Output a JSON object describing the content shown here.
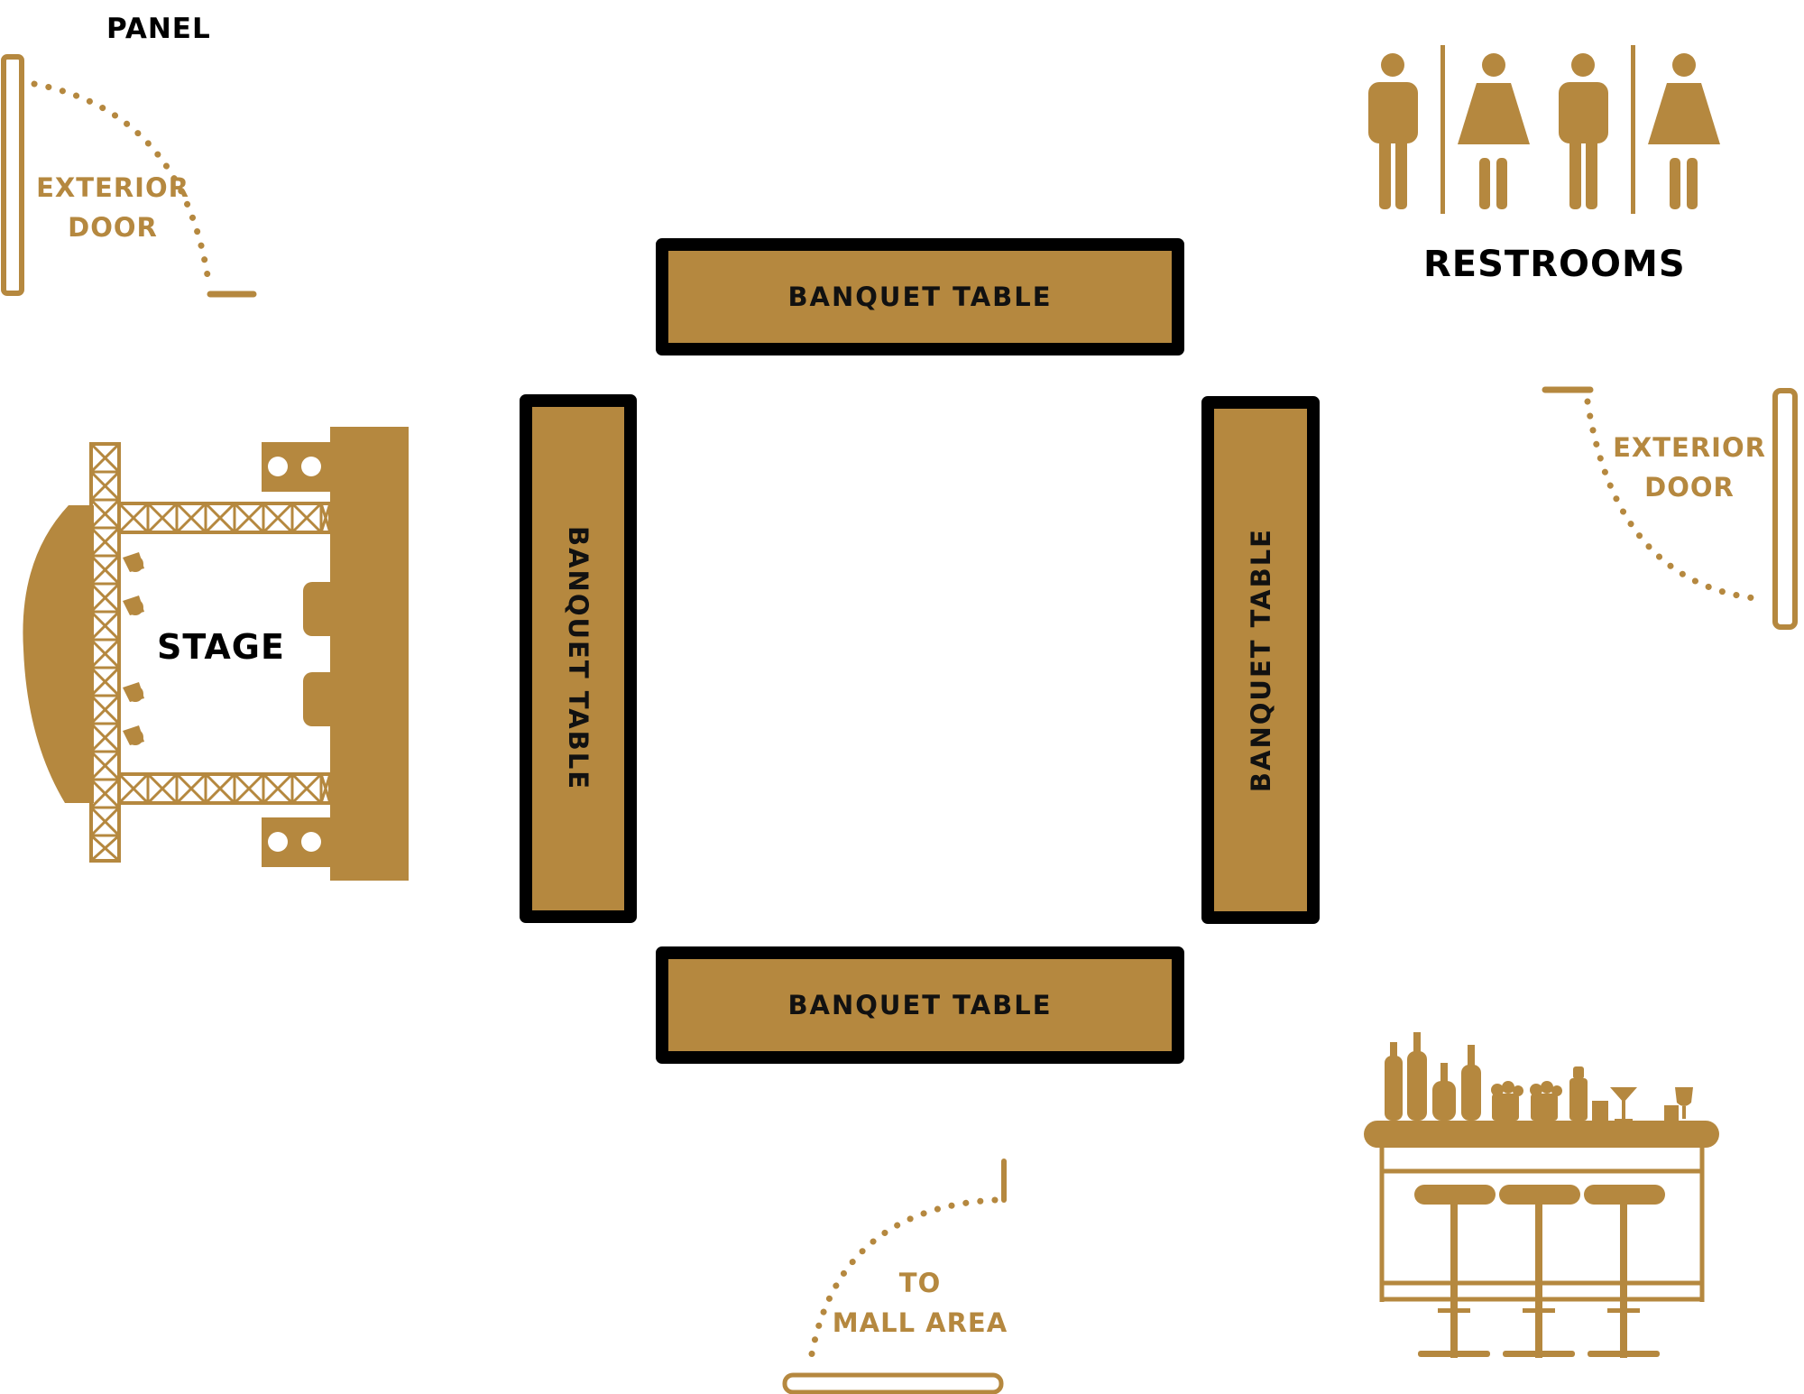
{
  "colors": {
    "gold": "#b5883f",
    "black": "#000000",
    "background": "#ffffff"
  },
  "labels": {
    "panel": "PANEL",
    "exterior_door_left_line1": "EXTERIOR",
    "exterior_door_left_line2": "DOOR",
    "exterior_door_right_line1": "EXTERIOR",
    "exterior_door_right_line2": "DOOR",
    "restrooms": "RESTROOMS",
    "stage": "STAGE",
    "mall_line1": "TO",
    "mall_line2": "MALL AREA"
  },
  "tables": {
    "top": "BANQUET TABLE",
    "left": "BANQUET TABLE",
    "right": "BANQUET TABLE",
    "bottom": "BANQUET TABLE"
  },
  "icons": {
    "restroom_signs": [
      "man-icon",
      "woman-icon",
      "man-icon",
      "woman-icon"
    ],
    "stage": "stage-truss-icon",
    "bar": "bar-counter-icon",
    "doors": "door-swing-icon"
  }
}
